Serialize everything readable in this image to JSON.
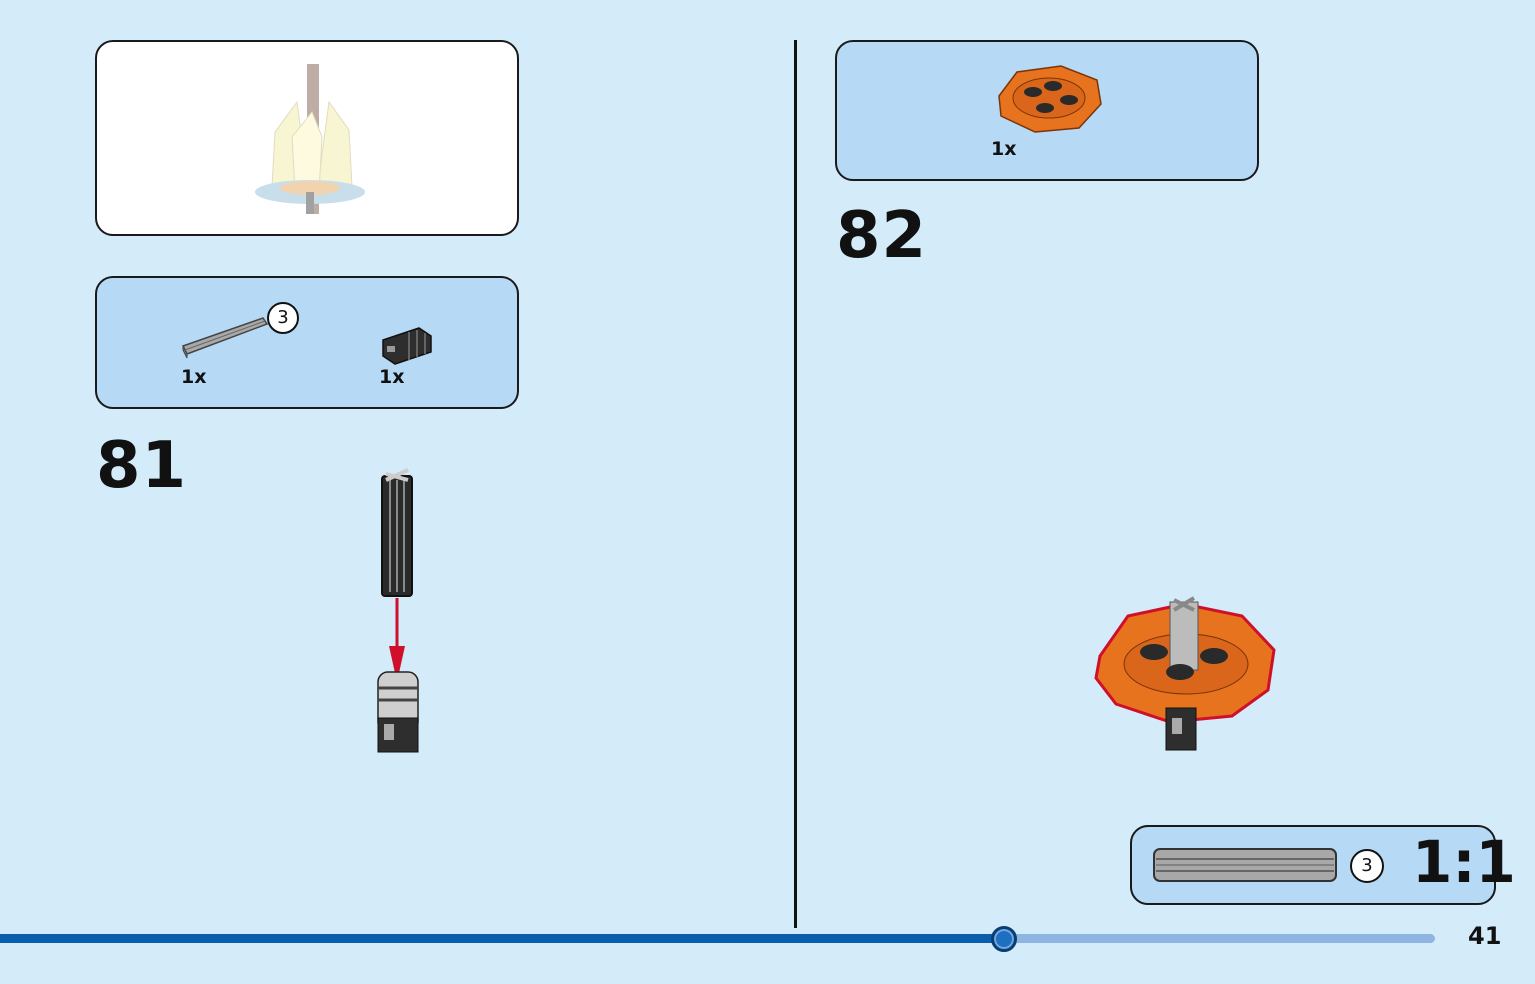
{
  "page": {
    "number": "41",
    "progress_fraction": 0.7
  },
  "left": {
    "preview_panel": {
      "image": "assembled-model-preview"
    },
    "parts_panel": {
      "parts": [
        {
          "name": "axle-length-3",
          "qty": "1x",
          "length_badge": "3"
        },
        {
          "name": "axle-connector-pin",
          "qty": "1x"
        }
      ]
    },
    "step": {
      "number": "81"
    }
  },
  "right": {
    "parts_panel": {
      "parts": [
        {
          "name": "orange-round-plate",
          "qty": "1x"
        }
      ]
    },
    "step": {
      "number": "82"
    },
    "scale_panel": {
      "length_badge": "3",
      "scale_label": "1:1"
    }
  },
  "colors": {
    "background": "#d4ebf9",
    "panel_blue": "#b6d9f5",
    "arrow_red": "#d0102a",
    "orange": "#e8731f",
    "progress_fill": "#0a5eab"
  }
}
